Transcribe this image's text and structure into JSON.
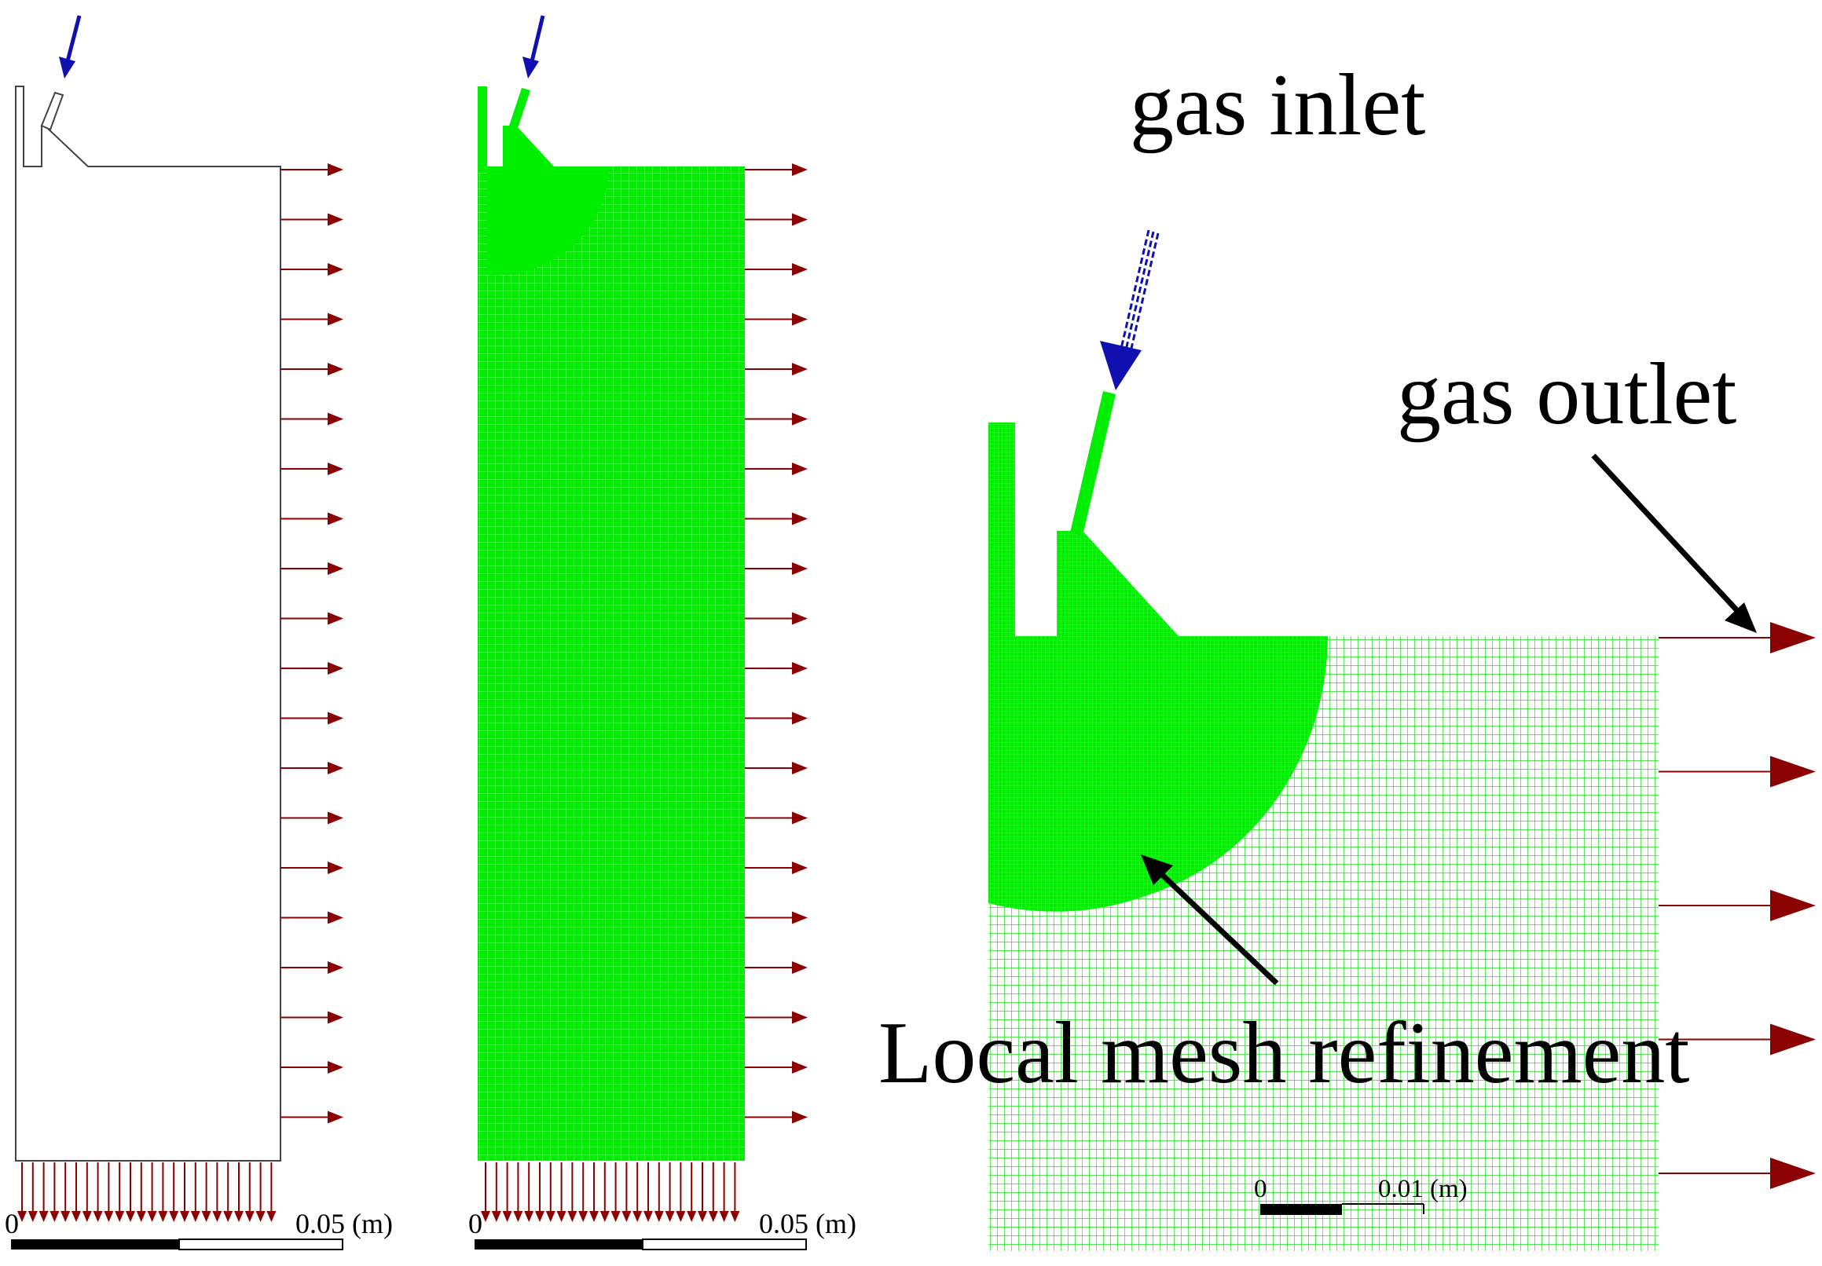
{
  "labels": {
    "gas_inlet": "gas inlet",
    "gas_outlet": "gas outlet",
    "local_mesh_refinement": "Local mesh refinement"
  },
  "scale_bars": {
    "left": {
      "zero": "0",
      "end": "0.05 (m)"
    },
    "middle": {
      "zero": "0",
      "end": "0.05 (m)"
    },
    "right": {
      "zero": "0",
      "end": "0.01 (m)"
    }
  },
  "colors": {
    "mesh": "#00ee00",
    "mesh_line": "#22ff22",
    "outlet_arrow": "#8b0000",
    "inlet_arrow": "#1010b0",
    "outline": "#444444",
    "text": "#000000"
  },
  "panels": [
    "geometry-outline",
    "mesh-overview",
    "mesh-detail"
  ]
}
